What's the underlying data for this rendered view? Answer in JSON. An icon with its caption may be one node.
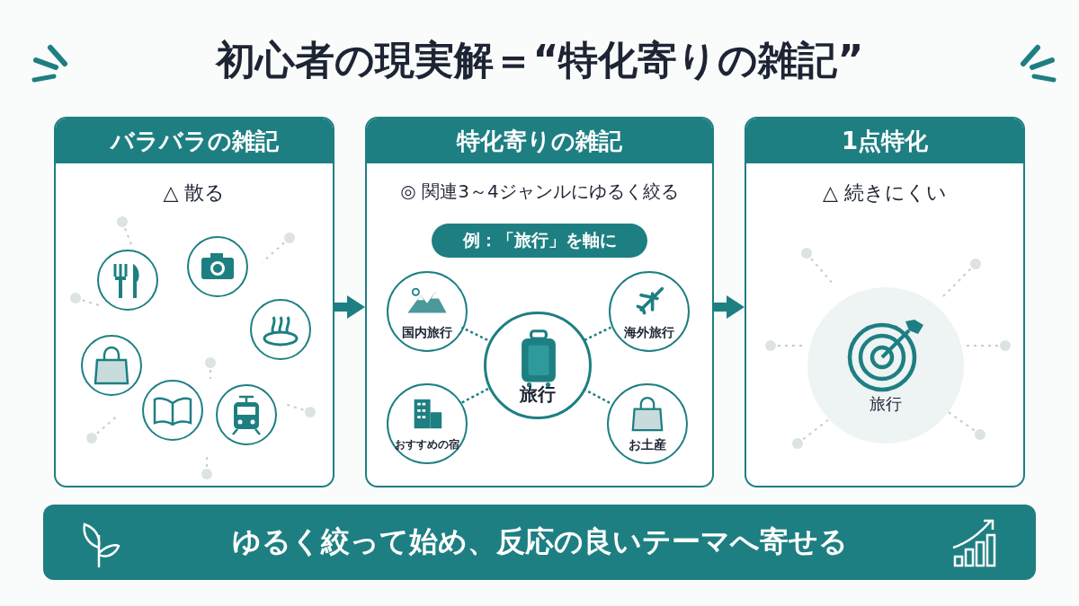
{
  "diagram": {
    "title": "初心者の現実解＝“特化寄りの雑記”",
    "nodes": [
      {
        "text": [
          "バラバラの雑記",
          "△ 散る"
        ]
      },
      {
        "text": [],
        "shape": "circle",
        "in": 0
      },
      {
        "text": [],
        "shape": "circle",
        "in": 0
      },
      {
        "text": [],
        "shape": "circle",
        "in": 0
      },
      {
        "text": [],
        "shape": "circle",
        "in": 0
      },
      {
        "text": [],
        "shape": "circle",
        "in": 0
      },
      {
        "text": [],
        "shape": "circle",
        "in": 0
      },
      {
        "text": [
          "特化寄りの雑記",
          "◎ 関連3～4ジャンルにゆるく絞る"
        ]
      },
      {
        "text": [
          "例：「旅行」を軸に"
        ],
        "in": 7
      },
      {
        "text": [
          "国内旅行"
        ],
        "in": 7
      },
      {
        "text": [
          "海外旅行"
        ],
        "in": 7
      },
      {
        "text": [
          "旅行"
        ],
        "in": 7
      },
      {
        "text": [
          "おすすめの宿"
        ],
        "in": 7
      },
      {
        "text": [
          "お土産"
        ],
        "in": 7
      },
      {
        "text": [
          "1点特化",
          "△ 続きにくい"
        ]
      },
      {
        "text": [
          "旅行"
        ],
        "in": 14
      },
      {
        "text": [
          "ゆるく絞って始め、反応の良いテーマへ寄せる"
        ]
      }
    ],
    "edges": [
      {
        "from": 0,
        "to": 7,
        "arrow": "to",
        "style": "thick"
      },
      {
        "from": 7,
        "to": 14,
        "arrow": "to",
        "style": "thick"
      },
      {
        "from": 11,
        "to": 9,
        "arrow": "none",
        "style": "dashed"
      },
      {
        "from": 11,
        "to": 10,
        "arrow": "none",
        "style": "dashed"
      },
      {
        "from": 11,
        "to": 12,
        "arrow": "none",
        "style": "dashed"
      },
      {
        "from": 11,
        "to": 13,
        "arrow": "none",
        "style": "dashed"
      }
    ]
  }
}
